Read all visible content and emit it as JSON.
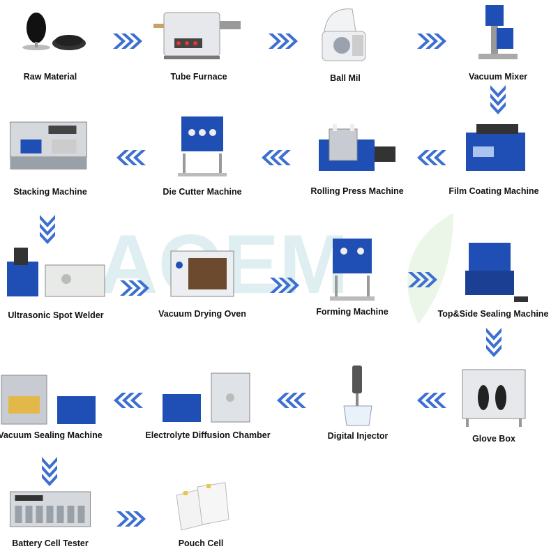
{
  "colors": {
    "arrow": "#3c6fd1",
    "arrow_dark": "#2a55b0",
    "machine_blue": "#1f4fb5",
    "steel": "#c8ccd2",
    "watermark": "#d9ecef"
  },
  "watermark": {
    "text": "AOEM"
  },
  "steps": [
    {
      "label": "Raw Material",
      "icon": "powder-icon"
    },
    {
      "label": "Tube Furnace",
      "icon": "furnace-icon"
    },
    {
      "label": "Ball Mil",
      "icon": "ball-mill-icon"
    },
    {
      "label": "Vacuum Mixer",
      "icon": "mixer-icon"
    },
    {
      "label": "Film Coating Machine",
      "icon": "coater-icon"
    },
    {
      "label": "Rolling Press Machine",
      "icon": "roller-icon"
    },
    {
      "label": "Die Cutter Machine",
      "icon": "die-cutter-icon"
    },
    {
      "label": "Stacking Machine",
      "icon": "stacker-icon"
    },
    {
      "label": "Ultrasonic Spot Welder",
      "icon": "welder-icon"
    },
    {
      "label": "Vacuum Drying Oven",
      "icon": "oven-icon"
    },
    {
      "label": "Forming Machine",
      "icon": "former-icon"
    },
    {
      "label": "Top&Side Sealing Machine",
      "icon": "sealer-icon"
    },
    {
      "label": "Glove Box",
      "icon": "glovebox-icon"
    },
    {
      "label": "Digital Injector",
      "icon": "injector-icon"
    },
    {
      "label": "Electrolyte Diffusion Chamber",
      "icon": "chamber-icon"
    },
    {
      "label": "Vacuum Sealing Machine",
      "icon": "vacuum-sealer-icon"
    },
    {
      "label": "Battery Cell Tester",
      "icon": "tester-icon"
    },
    {
      "label": "Pouch Cell",
      "icon": "pouch-cell-icon"
    }
  ]
}
